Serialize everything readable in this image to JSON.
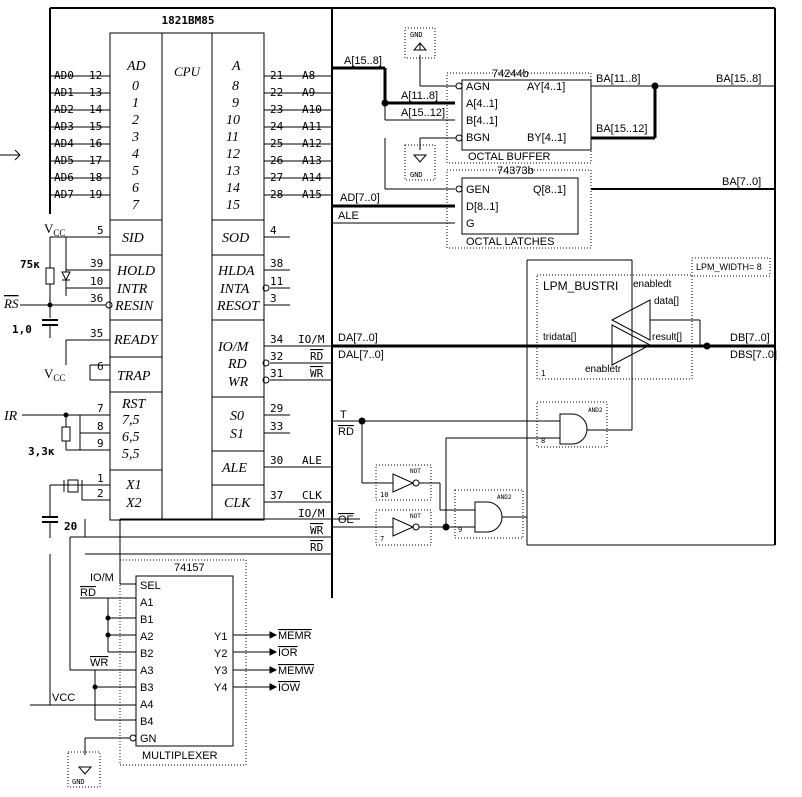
{
  "cpu": {
    "name": "1821ВМ85",
    "core": "CPU",
    "pins_left": [
      {
        "sig": "AD0",
        "num": "12"
      },
      {
        "sig": "AD1",
        "num": "13"
      },
      {
        "sig": "AD2",
        "num": "14"
      },
      {
        "sig": "AD3",
        "num": "15"
      },
      {
        "sig": "AD4",
        "num": "16"
      },
      {
        "sig": "AD5",
        "num": "17"
      },
      {
        "sig": "AD6",
        "num": "18"
      },
      {
        "sig": "AD7",
        "num": "19"
      }
    ],
    "pins_right": [
      {
        "sig": "A8",
        "num": "21"
      },
      {
        "sig": "A9",
        "num": "22"
      },
      {
        "sig": "A10",
        "num": "23"
      },
      {
        "sig": "A11",
        "num": "24"
      },
      {
        "sig": "A12",
        "num": "25"
      },
      {
        "sig": "A13",
        "num": "26"
      },
      {
        "sig": "A14",
        "num": "27"
      },
      {
        "sig": "A15",
        "num": "28"
      }
    ],
    "ad_head": "AD",
    "ad_bits": [
      "0",
      "1",
      "2",
      "3",
      "4",
      "5",
      "6",
      "7"
    ],
    "a_head": "A",
    "a_bits": [
      "8",
      "9",
      "10",
      "11",
      "12",
      "13",
      "14",
      "15"
    ],
    "sid": {
      "label": "SID",
      "pin": "5"
    },
    "sod": {
      "label": "SOD",
      "pin": "4"
    },
    "hold": {
      "label": "HOLD",
      "pin": "39"
    },
    "intr": {
      "label": "INTR",
      "pin": "10"
    },
    "resin": {
      "label": "RESIN",
      "pin": "36"
    },
    "hlda": {
      "label": "HLDA",
      "pin": "38"
    },
    "inta": {
      "label": "INTA",
      "pin": "11"
    },
    "resot": {
      "label": "RESOT",
      "pin": "3"
    },
    "ready": {
      "label": "READY",
      "pin": "35"
    },
    "trap": {
      "label": "TRAP",
      "pin": "6"
    },
    "rst": {
      "label": "RST",
      "rows": [
        {
          "label": "7,5",
          "pin": "7"
        },
        {
          "label": "6,5",
          "pin": "8"
        },
        {
          "label": "5,5",
          "pin": "9"
        }
      ]
    },
    "iom": {
      "label": "IO/M",
      "pin": "34",
      "net": "IO/M"
    },
    "rd": {
      "label": "RD",
      "pin": "32",
      "net": "RD"
    },
    "wr": {
      "label": "WR",
      "pin": "31",
      "net": "WR"
    },
    "s0": {
      "label": "S0",
      "pin": "29"
    },
    "s1": {
      "label": "S1",
      "pin": "33"
    },
    "ale": {
      "label": "ALE",
      "pin": "30",
      "net": "ALE"
    },
    "x1": {
      "label": "X1",
      "pin": "1"
    },
    "x2": {
      "label": "X2",
      "pin": "2"
    },
    "clk": {
      "label": "CLK",
      "pin": "37",
      "net": "CLK"
    }
  },
  "left_circuit": {
    "vcc1": "V",
    "vcc1_sub": "CC",
    "r1": "75к",
    "rs": "RS",
    "c1": "1,0",
    "vcc2": "V",
    "vcc2_sub": "CC",
    "ir": "IR",
    "r2": "3,3к",
    "c2": "20",
    "arrow": "→"
  },
  "buffer": {
    "name": "74244b",
    "caption": "OCTAL BUFFER",
    "gnd": "GND",
    "pins_in": [
      "AGN",
      "A[4..1]",
      "B[4..1]",
      "BGN"
    ],
    "pins_out": [
      "AY[4..1]",
      "BY[4..1]"
    ],
    "gnd2": "GND"
  },
  "latch": {
    "name": "74373b",
    "caption": "OCTAL LATCHES",
    "pins_in": [
      "GEN",
      "D[8..1]",
      "G"
    ],
    "pin_out": "Q[8..1]"
  },
  "bustri": {
    "name": "LPM_BUSTRI",
    "param": "LPM_WIDTH= 8",
    "enabledt": "enabledt",
    "data": "data[]",
    "tridata": "tridata[]",
    "result": "result[]",
    "enabletr": "enabletr",
    "inst": "1"
  },
  "gates": {
    "and_top": {
      "name": "AND2",
      "inst": "8"
    },
    "not_top": {
      "name": "NOT",
      "inst": "10"
    },
    "not_bot": {
      "name": "NOT",
      "inst": "7"
    },
    "and_bot": {
      "name": "AND2",
      "inst": "9"
    }
  },
  "mux": {
    "name": "74157",
    "caption": "MULTIPLEXER",
    "pins_in": [
      "SEL",
      "A1",
      "B1",
      "A2",
      "B2",
      "A3",
      "B3",
      "A4",
      "B4",
      "GN"
    ],
    "pins_out": [
      "Y1",
      "Y2",
      "Y3",
      "Y4"
    ],
    "outs": [
      "MEMR",
      "IOR",
      "MEMW",
      "IOW"
    ],
    "vcc": "VCC",
    "gnd": "GND"
  },
  "nets": {
    "a15_8": "A[15..8]",
    "a11_8": "A[11..8]",
    "a15_12": "A[15..12]",
    "ba11_8": "BA[11..8]",
    "ba11_8_r": "BA[15..8]",
    "ba15_12": "BA[15..12]",
    "ad7_0": "AD[7..0]",
    "ba7_0": "BA[7..0]",
    "ale": "ALE",
    "da7_0": "DA[7..0]",
    "dal7_0": "DAL[7..0]",
    "db7_0": "DB[7..0]",
    "dbs7_0": "DBS[7..0]",
    "t": "T",
    "rd": "RD",
    "oe": "OE",
    "iom_r": "IO/M",
    "wr_r": "WR",
    "rd_r": "RD",
    "mux_iom": "IO/M",
    "mux_rd": "RD",
    "mux_wr": "WR"
  }
}
